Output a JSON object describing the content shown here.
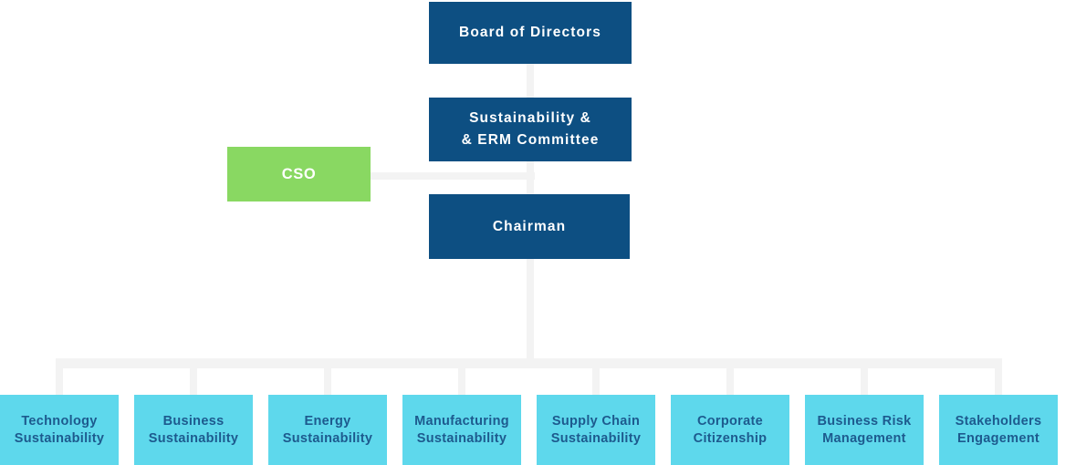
{
  "org_chart": {
    "type": "org-chart",
    "board": {
      "label": "Board of Directors"
    },
    "committee": {
      "line1": "Sustainability &",
      "line2": "& ERM Committee"
    },
    "cso": {
      "label": "CSO"
    },
    "chairman": {
      "label": "Chairman"
    },
    "departments": [
      {
        "line1": "Technology",
        "line2": "Sustainability"
      },
      {
        "line1": "Business",
        "line2": "Sustainability"
      },
      {
        "line1": "Energy",
        "line2": "Sustainability"
      },
      {
        "line1": "Manufacturing",
        "line2": "Sustainability"
      },
      {
        "line1": "Supply Chain",
        "line2": "Sustainability"
      },
      {
        "line1": "Corporate",
        "line2": "Citizenship"
      },
      {
        "line1": "Business Risk",
        "line2": "Management"
      },
      {
        "line1": "Stakeholders",
        "line2": "Engagement"
      }
    ],
    "colors": {
      "primary_navy": "#0d4f82",
      "accent_green": "#89d862",
      "accent_cyan": "#5ed8ec",
      "connector_gray": "#f3f3f3",
      "department_text": "#1d5a8e"
    }
  }
}
